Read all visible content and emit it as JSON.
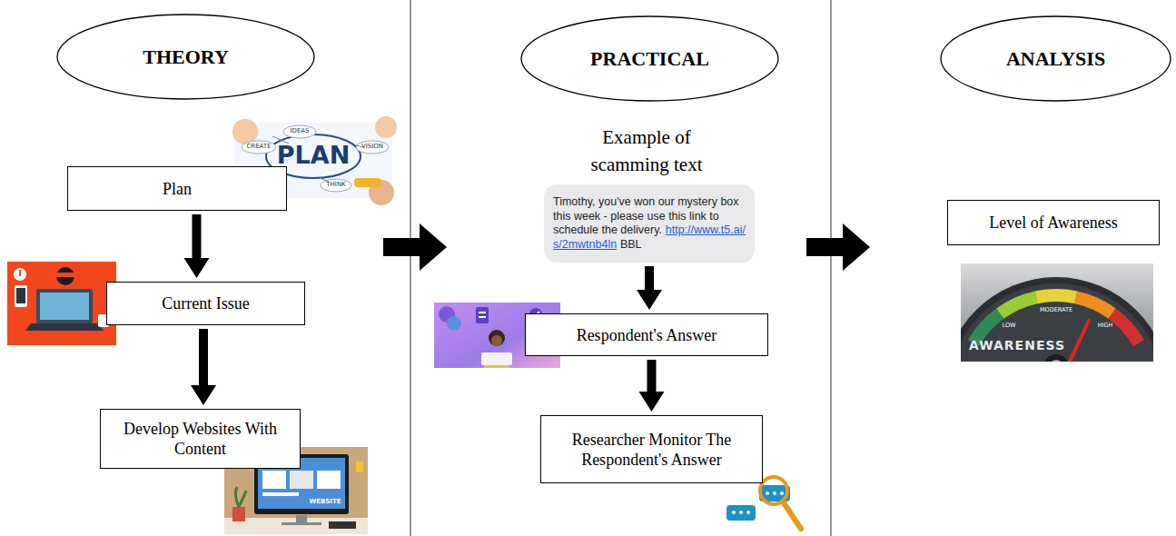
{
  "diagram": {
    "nodes": [
      {
        "text": [
          "THEORY"
        ]
      },
      {
        "text": [
          "Plan"
        ]
      },
      {
        "text": [
          "Current Issue"
        ]
      },
      {
        "text": [
          "Develop Websites With Content"
        ]
      },
      {
        "text": [
          "PRACTICAL"
        ]
      },
      {
        "text": [
          "Timothy, you've won our mystery box this week - please use this link to schedule the delivery.",
          "http://www.t5.ai/s/2mwtnb4ln",
          "BBL"
        ]
      },
      {
        "text": [
          "Respondent's Answer"
        ]
      },
      {
        "text": [
          "Researcher Monitor The Respondent's Answer"
        ]
      },
      {
        "text": [
          "ANALYSIS"
        ]
      },
      {
        "text": [
          "Level of Awareness"
        ]
      }
    ],
    "edges": [
      {
        "from": 1,
        "to": 2,
        "arrow": "to"
      },
      {
        "from": 2,
        "to": 3,
        "arrow": "to"
      },
      {
        "from": 5,
        "to": 6,
        "arrow": "to"
      },
      {
        "from": 6,
        "to": 7,
        "arrow": "to"
      }
    ],
    "labels": [
      "Example of scamming text",
      "PLAN",
      "IDEAS",
      "CREATE",
      "THINK",
      "VISION",
      "WEBSITE",
      "LOW",
      "MODERATE",
      "HIGH",
      "AWARENESS"
    ]
  }
}
